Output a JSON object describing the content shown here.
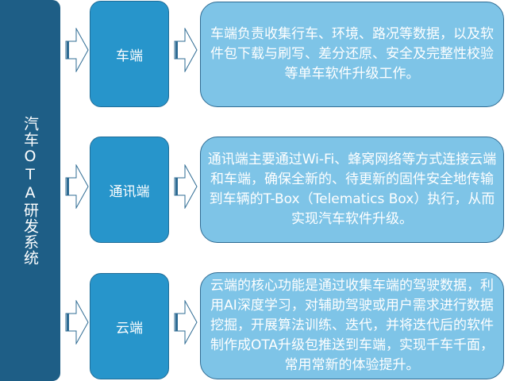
{
  "root": {
    "label": "汽车OTA研发系统"
  },
  "rows": [
    {
      "title": "车端",
      "description": "车端负责收集行车、环境、路况等数据，以及软件包下载与刷写、差分还原、安全及完整性校验等单车软件升级工作。"
    },
    {
      "title": "通讯端",
      "description": "通讯端主要通过Wi-Fi、蜂窝网络等方式连接云端和车端，确保全新的、待更新的固件安全地传输到车辆的T-Box（Telematics Box）执行，从而实现汽车软件升级。"
    },
    {
      "title": "云端",
      "description": "云端的核心功能是通过收集车端的驾驶数据，利用AI深度学习，对辅助驾驶或用户需求进行数据挖掘，开展算法训练、迭代，并将迭代后的软件制作成OTA升级包推送到车端，实现千车千面，常用常新的体验提升。"
    }
  ],
  "colors": {
    "root": "#1e5e86",
    "mid": "#2795cb",
    "desc": "#7ec4e7",
    "text": "#ffffff"
  }
}
